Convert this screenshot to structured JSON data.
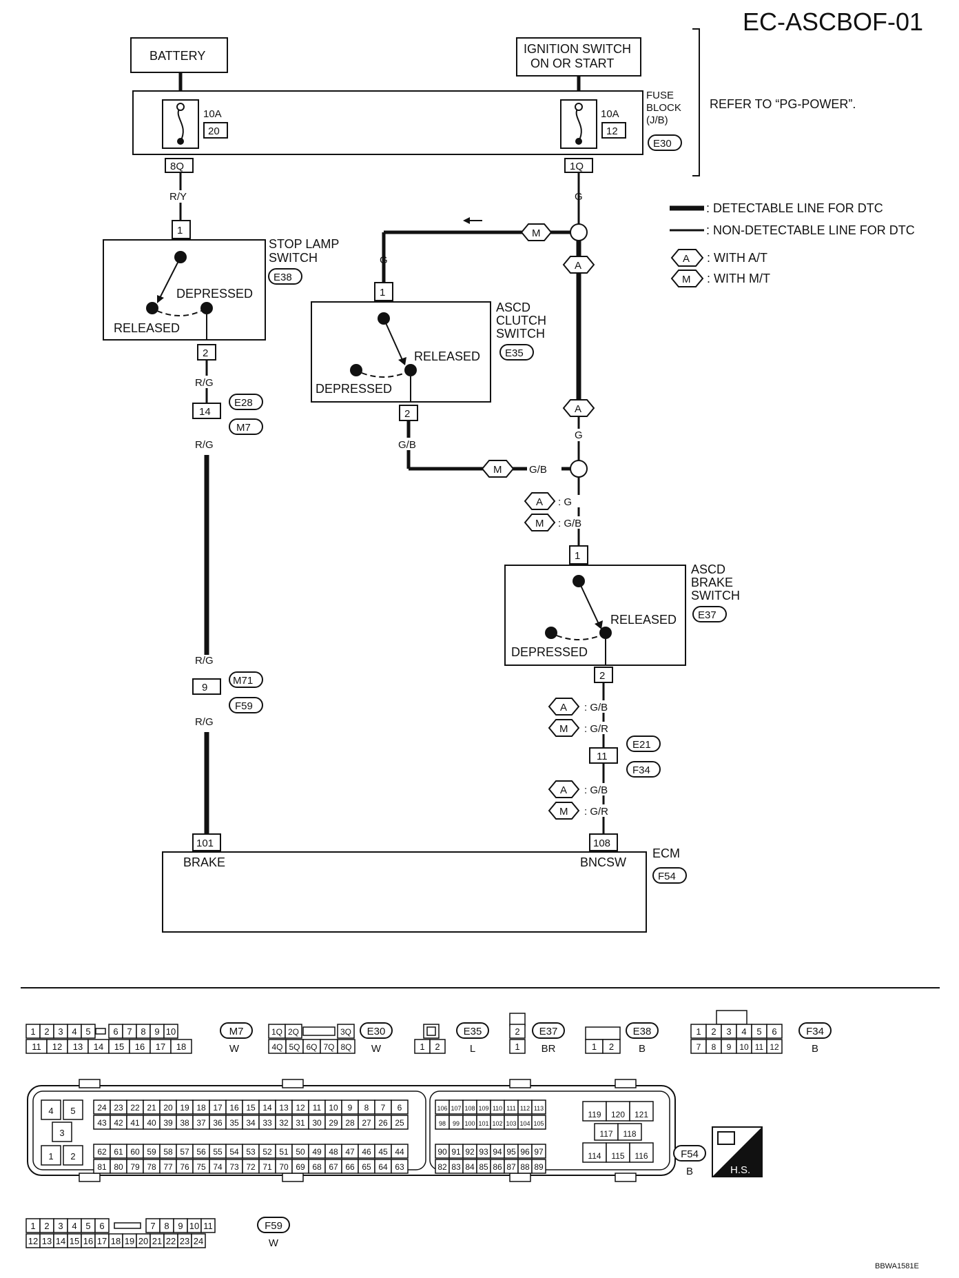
{
  "title": "EC-ASCBOF-01",
  "figure_id": "BBWA1581E",
  "power": {
    "battery": "BATTERY",
    "ignition_line1": "IGNITION SWITCH",
    "ignition_line2": "ON OR START",
    "fuse_left_amp": "10A",
    "fuse_left_num": "20",
    "fuse_right_amp": "10A",
    "fuse_right_num": "12",
    "fuse_block_line1": "FUSE",
    "fuse_block_line2": "BLOCK",
    "fuse_block_line3": "(J/B)",
    "fuse_block_conn": "E30",
    "refer": "REFER TO “PG-POWER”.",
    "pin_8q": "8Q",
    "pin_1q": "1Q"
  },
  "legend": {
    "detectable": ": DETECTABLE LINE FOR DTC",
    "non_detectable": ": NON-DETECTABLE LINE FOR DTC",
    "at_sym": "A",
    "at_text": ": WITH A/T",
    "mt_sym": "M",
    "mt_text": ": WITH M/T"
  },
  "stop_lamp": {
    "name1": "STOP LAMP",
    "name2": "SWITCH",
    "conn": "E38",
    "depressed": "DEPRESSED",
    "released": "RELEASED",
    "pin1": "1",
    "pin2": "2"
  },
  "clutch": {
    "name1": "ASCD",
    "name2": "CLUTCH",
    "name3": "SWITCH",
    "conn": "E35",
    "released": "RELEASED",
    "depressed": "DEPRESSED",
    "pin1": "1",
    "pin2": "2"
  },
  "brake_sw": {
    "name1": "ASCD",
    "name2": "BRAKE",
    "name3": "SWITCH",
    "conn": "E37",
    "released": "RELEASED",
    "depressed": "DEPRESSED",
    "pin1": "1",
    "pin2": "2"
  },
  "wires": {
    "ry": "R/Y",
    "g": "G",
    "rg": "R/G",
    "gb": "G/B",
    "gr": "G/R",
    "at_g": ": G",
    "mt_gb": ": G/B",
    "at_gb": ": G/B",
    "mt_gr": ": G/R",
    "mt_gb_short": "G/B",
    "a": "A",
    "m": "M"
  },
  "joints": {
    "j14": "14",
    "e28": "E28",
    "m7": "M7",
    "j9": "9",
    "m71": "M71",
    "f59": "F59",
    "j11": "11",
    "e21": "E21",
    "f34": "F34"
  },
  "ecm": {
    "name": "ECM",
    "conn": "F54",
    "pin101": "101",
    "brake": "BRAKE",
    "pin108": "108",
    "bncsw": "BNCSW"
  },
  "connectors": {
    "m7_top": [
      "1",
      "2",
      "3",
      "4",
      "5",
      "6",
      "7",
      "8",
      "9",
      "10"
    ],
    "m7_bot": [
      "11",
      "12",
      "13",
      "14",
      "15",
      "16",
      "17",
      "18"
    ],
    "m7_name": "M7",
    "m7_color": "W",
    "e30_top": [
      "1Q",
      "2Q",
      "3Q"
    ],
    "e30_bot": [
      "4Q",
      "5Q",
      "6Q",
      "7Q",
      "8Q"
    ],
    "e30_name": "E30",
    "e30_color": "W",
    "e35_pins": [
      "1",
      "2"
    ],
    "e35_name": "E35",
    "e35_color": "L",
    "e37_pins": [
      "2",
      "1"
    ],
    "e37_name": "E37",
    "e37_color": "BR",
    "e38_pins": [
      "1",
      "2"
    ],
    "e38_name": "E38",
    "e38_color": "B",
    "f34_top": [
      "1",
      "2",
      "3",
      "4",
      "5",
      "6"
    ],
    "f34_bot": [
      "7",
      "8",
      "9",
      "10",
      "11",
      "12"
    ],
    "f34_name": "F34",
    "f34_color": "B",
    "f54_name": "F54",
    "f54_color": "B",
    "f54_a_top": [
      "4",
      "5"
    ],
    "f54_a_mid": [
      "3"
    ],
    "f54_a_bot": [
      "1",
      "2"
    ],
    "f54_b_r1": [
      "24",
      "23",
      "22",
      "21",
      "20",
      "19",
      "18",
      "17",
      "16",
      "15",
      "14",
      "13",
      "12",
      "11",
      "10",
      "9",
      "8",
      "7",
      "6"
    ],
    "f54_b_r2": [
      "43",
      "42",
      "41",
      "40",
      "39",
      "38",
      "37",
      "36",
      "35",
      "34",
      "33",
      "32",
      "31",
      "30",
      "29",
      "28",
      "27",
      "26",
      "25"
    ],
    "f54_b_r3": [
      "62",
      "61",
      "60",
      "59",
      "58",
      "57",
      "56",
      "55",
      "54",
      "53",
      "52",
      "51",
      "50",
      "49",
      "48",
      "47",
      "46",
      "45",
      "44"
    ],
    "f54_b_r4": [
      "81",
      "80",
      "79",
      "78",
      "77",
      "76",
      "75",
      "74",
      "73",
      "72",
      "71",
      "70",
      "69",
      "68",
      "67",
      "66",
      "65",
      "64",
      "63"
    ],
    "f54_c_r1": [
      "106",
      "107",
      "108",
      "109",
      "110",
      "111",
      "112",
      "113"
    ],
    "f54_c_r2": [
      "98",
      "99",
      "100",
      "101",
      "102",
      "103",
      "104",
      "105"
    ],
    "f54_c_r3": [
      "90",
      "91",
      "92",
      "93",
      "94",
      "95",
      "96",
      "97"
    ],
    "f54_c_r4": [
      "82",
      "83",
      "84",
      "85",
      "86",
      "87",
      "88",
      "89"
    ],
    "f54_d_r1": [
      "119",
      "120",
      "121"
    ],
    "f54_d_r2": [
      "117",
      "118"
    ],
    "f54_d_r3": [
      "114",
      "115",
      "116"
    ],
    "hs": "H.S.",
    "f59_top": [
      "1",
      "2",
      "3",
      "4",
      "5",
      "6",
      "7",
      "8",
      "9",
      "10",
      "11"
    ],
    "f59_bot": [
      "12",
      "13",
      "14",
      "15",
      "16",
      "17",
      "18",
      "19",
      "20",
      "21",
      "22",
      "23",
      "24"
    ],
    "f59_name": "F59",
    "f59_color": "W"
  }
}
